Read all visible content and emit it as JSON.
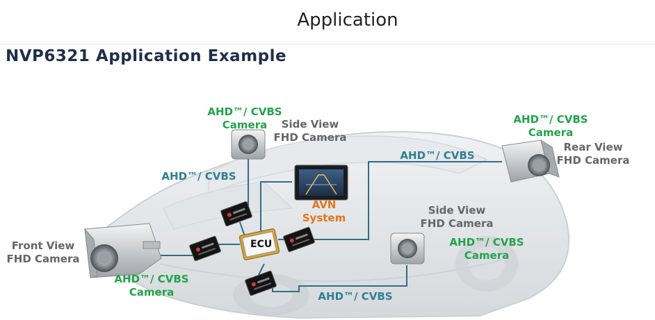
{
  "header": {
    "title": "Application"
  },
  "subtitle": "NVP6321 Application Example",
  "labels": {
    "side_camera_top_protocol_1": "AHD™/ CVBS",
    "side_camera_top_protocol_2": "Camera",
    "side_camera_top_name_1": "Side View",
    "side_camera_top_name_2": "FHD Camera",
    "rear_camera_protocol_1": "AHD™/ CVBS",
    "rear_camera_protocol_2": "Camera",
    "rear_camera_name_1": "Rear View",
    "rear_camera_name_2": "FHD Camera",
    "link_top_left": "AHD™/ CVBS",
    "link_top_right": "AHD™/ CVBS",
    "avn_1": "AVN",
    "avn_2": "System",
    "ecu": "ECU",
    "front_camera_name_1": "Front View",
    "front_camera_name_2": "FHD Camera",
    "front_camera_protocol_1": "AHD™/ CVBS",
    "front_camera_protocol_2": "Camera",
    "side_camera_right_name_1": "Side View",
    "side_camera_right_name_2": "FHD Camera",
    "side_camera_right_protocol_1": "AHD™/ CVBS",
    "side_camera_right_protocol_2": "Camera",
    "link_bottom": "AHD™/ CVBS"
  },
  "colors": {
    "protocol_green": "#22a34a",
    "link_teal": "#2f7f95",
    "name_gray": "#666666",
    "avn_orange": "#e3761f",
    "title_navy": "#1f2f4a"
  }
}
